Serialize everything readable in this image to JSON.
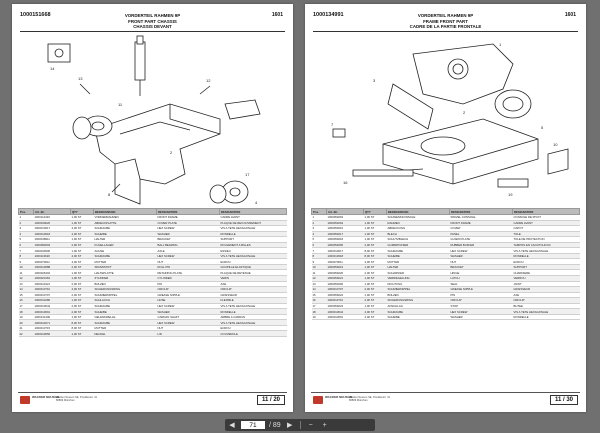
{
  "viewer": {
    "current_page": "71",
    "total_pages": "/ 89",
    "icons": [
      "prev-page-icon",
      "next-page-icon",
      "zoom-out-icon",
      "zoom-in-icon"
    ]
  },
  "pages": [
    {
      "doc_id": "1000151668",
      "code": "1601",
      "title_de": "VORDERTEIL RAHMEN 9P",
      "title_en": "FRONT PART CHASSIS",
      "title_fr": "CHASSIS DEVANT",
      "page_no": "11 / 20",
      "brand": "WACKER NEUSON",
      "address_1": "Wacker Neuson SE, Preußenstr. 41",
      "address_2": "80809 München",
      "headers": [
        "Pos.",
        "Art.-Nr.",
        "QTY",
        "BEZEICHNUNG",
        "DESIGNATION",
        "DESIGNATION"
      ],
      "rows": [
        [
          "1",
          "1000114433",
          "1,00 ST",
          "VORDERRAHMEN",
          "FRONT FRAME",
          "CADRE AVANT"
        ],
        [
          "2",
          "1000030026",
          "1,00 ST",
          "ABDECKPLATTE",
          "COVER PLATE",
          "PLAQUE DE RECOUVREMENT"
        ],
        [
          "3",
          "1000013617",
          "4,00 ST",
          "SCHRAUBE",
          "HEX SCREW",
          "VIS A TETE HEXAGONALE"
        ],
        [
          "4",
          "1000013618",
          "4,00 ST",
          "SCHEIBE",
          "WASHER",
          "RONDELLE"
        ],
        [
          "5",
          "1000048911",
          "1,00 ST",
          "HALTER",
          "BRACKET",
          "SUPPORT"
        ],
        [
          "6",
          "1000082093",
          "2,00 ST",
          "KUGELLAGER",
          "BALL BEARING",
          "ROULEMENT A BILLES"
        ],
        [
          "7",
          "1000044500",
          "1,00 ST",
          "ACHSE",
          "AXLE",
          "ESSIEU"
        ],
        [
          "8",
          "1000113620",
          "4,00 ST",
          "SCHRAUBE",
          "HEX SCREW",
          "VIS A TETE HEXAGONALE"
        ],
        [
          "9",
          "1000070011",
          "4,00 ST",
          "MUTTER",
          "NUT",
          "ECROU"
        ],
        [
          "10",
          "1000013688",
          "2,00 ST",
          "SPANNSTIFT",
          "ROLL PIN",
          "GOUPILLE ELASTIQUE"
        ],
        [
          "11",
          "1000026404",
          "1,00 ST",
          "HALTEPLATTE",
          "RETAINING PLATE",
          "PLAQUE DE RETENUE"
        ],
        [
          "12",
          "1000023181",
          "1,00 ST",
          "ZYLINDER",
          "CYLINDER",
          "VERIN"
        ],
        [
          "13",
          "1000014321",
          "2,00 ST",
          "BOLZEN",
          "PIN",
          "AXE"
        ],
        [
          "14",
          "1000013710",
          "4,00 ST",
          "SICHERUNGSRING",
          "CIRCLIP",
          "CIRCLIP"
        ],
        [
          "15",
          "1000013707",
          "2,00 ST",
          "SCHMIERNIPPEL",
          "GREASE NIPPLE",
          "GRAISSEUR"
        ],
        [
          "16",
          "1000014280",
          "1,00 ST",
          "SCHLAUCH",
          "HOSE",
          "FLEXIBLE"
        ],
        [
          "17",
          "1000013644",
          "2,00 ST",
          "SCHRAUBE",
          "HEX SCREW",
          "VIS A TETE HEXAGONALE"
        ],
        [
          "18",
          "1000013691",
          "2,00 ST",
          "SCHEIBE",
          "WASHER",
          "RONDELLE"
        ],
        [
          "19",
          "1000131400",
          "1,00 ST",
          "GELENKWELLE",
          "CARDAN SHAFT",
          "ARBRE A CARDAN"
        ],
        [
          "20",
          "1000014071",
          "8,00 ST",
          "SCHRAUBE",
          "HEX SCREW",
          "VIS A TETE HEXAGONALE"
        ],
        [
          "21",
          "1000013715",
          "8,00 ST",
          "MUTTER",
          "NUT",
          "ECROU"
        ],
        [
          "22",
          "1000013656",
          "1,00 ST",
          "DECKEL",
          "LID",
          "COUVERCLE"
        ]
      ]
    },
    {
      "doc_id": "1000134991",
      "code": "1601",
      "title_de": "VORDERTEIL RAHMEN 9P",
      "title_en": "FRAME FRONT PART",
      "title_fr": "CADRE DE LA PARTIE FRONTALE",
      "page_no": "11 / 30",
      "brand": "WACKER NEUSON",
      "address_1": "Wacker Neuson SE, Preußenstr. 41",
      "address_2": "80809 München",
      "headers": [
        "Pos.",
        "Art.-Nr.",
        "QTY",
        "BEZEICHNUNG",
        "DESIGNATION",
        "DESIGNATION"
      ],
      "rows": [
        [
          "1",
          "1000054063",
          "1,00 ST",
          "SCHWENKKONSOLE",
          "SWIVEL CONSOLE",
          "CONSOLE DE PIVOT"
        ],
        [
          "2",
          "1000054064",
          "1,00 ST",
          "RAHMEN",
          "FRONT FRAME",
          "CADRE AVANT"
        ],
        [
          "3",
          "1000059216",
          "1,00 ST",
          "ABDECKUNG",
          "COVER",
          "CAPOT"
        ],
        [
          "4",
          "1000059217",
          "1,00 ST",
          "BLECH",
          "PANEL",
          "TOLE"
        ],
        [
          "5",
          "1000059218",
          "1,00 ST",
          "SCHUTZBLECH",
          "GUARD PLATE",
          "TOLE DE PROTECTION"
        ],
        [
          "6",
          "1000054065",
          "2,00 ST",
          "GUMMIPUFFER",
          "RUBBER BUFFER",
          "TAMPON EN CAOUTCHOUC"
        ],
        [
          "7",
          "1000013617",
          "8,00 ST",
          "SCHRAUBE",
          "HEX SCREW",
          "VIS A TETE HEXAGONALE"
        ],
        [
          "8",
          "1000013618",
          "8,00 ST",
          "SCHEIBE",
          "WASHER",
          "RONDELLE"
        ],
        [
          "9",
          "1000070011",
          "4,00 ST",
          "MUTTER",
          "NUT",
          "ECROU"
        ],
        [
          "10",
          "1000059219",
          "1,00 ST",
          "HALTER",
          "BRACKET",
          "SUPPORT"
        ],
        [
          "11",
          "1000059220",
          "2,00 ST",
          "SCHARNIER",
          "HINGE",
          "CHARNIERE"
        ],
        [
          "12",
          "1000059221",
          "1,00 ST",
          "VERRIEGELUNG",
          "LATCH",
          "VERROU"
        ],
        [
          "13",
          "1000054066",
          "1,00 ST",
          "DICHTUNG",
          "SEAL",
          "JOINT"
        ],
        [
          "14",
          "1000013707",
          "2,00 ST",
          "SCHMIERNIPPEL",
          "GREASE NIPPLE",
          "GRAISSEUR"
        ],
        [
          "15",
          "1000059222",
          "1,00 ST",
          "BOLZEN",
          "PIN",
          "AXE"
        ],
        [
          "16",
          "1000013710",
          "2,00 ST",
          "SICHERUNGSRING",
          "CIRCLIP",
          "CIRCLIP"
        ],
        [
          "17",
          "1000059223",
          "1,00 ST",
          "ANSCHLAG",
          "STOP",
          "BUTEE"
        ],
        [
          "18",
          "1000013644",
          "4,00 ST",
          "SCHRAUBE",
          "HEX SCREW",
          "VIS A TETE HEXAGONALE"
        ],
        [
          "19",
          "1000013691",
          "4,00 ST",
          "SCHEIBE",
          "WASHER",
          "RONDELLE"
        ]
      ]
    }
  ]
}
